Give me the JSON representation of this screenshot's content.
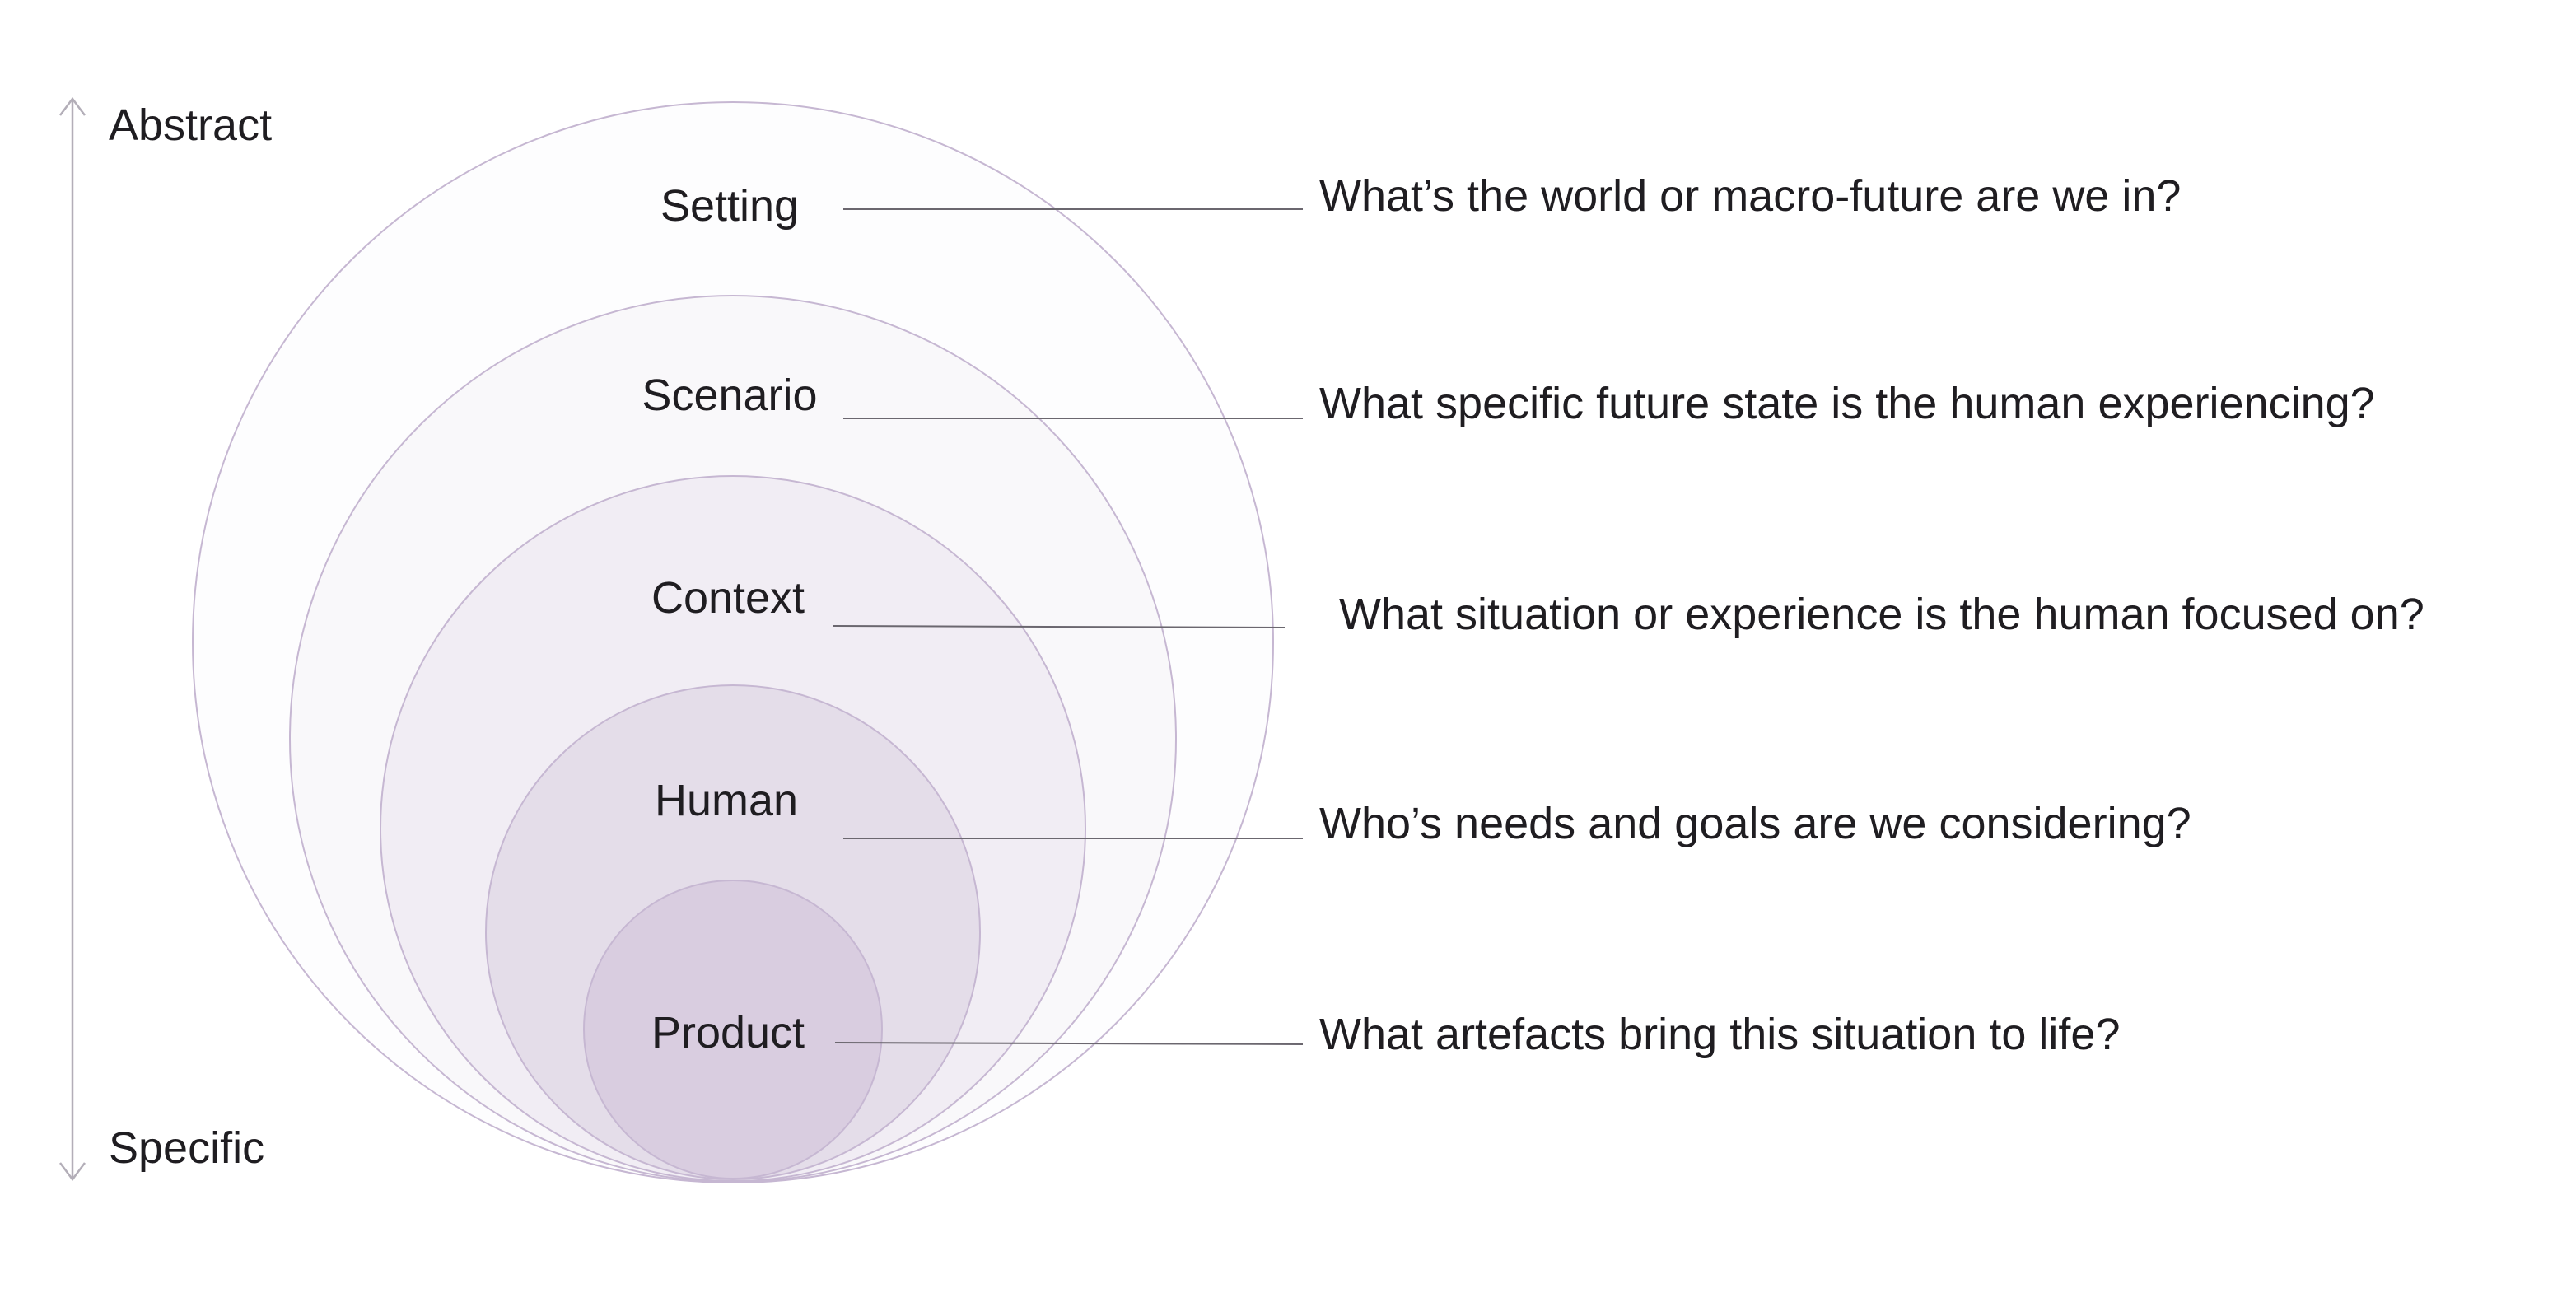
{
  "axis": {
    "top_label": "Abstract",
    "bottom_label": "Specific"
  },
  "diagram": {
    "title": "",
    "levels": [
      {
        "label": "Setting",
        "question": "What’s the world or macro-future are we in?"
      },
      {
        "label": "Scenario",
        "question": "What specific future state is the human experiencing?"
      },
      {
        "label": "Context",
        "question": "What situation or experience is the human focused on?"
      },
      {
        "label": "Human",
        "question": "Who’s needs and goals are we considering?"
      },
      {
        "label": "Product",
        "question": "What artefacts bring this situation to life?"
      }
    ]
  },
  "colors": {
    "background": "#ffffff",
    "text": "#1f1d21",
    "circle_stroke": "#c6b7d2",
    "fill_setting": "#fdfdfe",
    "fill_scenario": "#f9f8fa",
    "fill_context": "#f1edf4",
    "fill_human": "#e4dde9",
    "fill_product": "#d9cde0",
    "leader_line": "#6b676f",
    "axis_arrow": "#b3aeb8"
  }
}
